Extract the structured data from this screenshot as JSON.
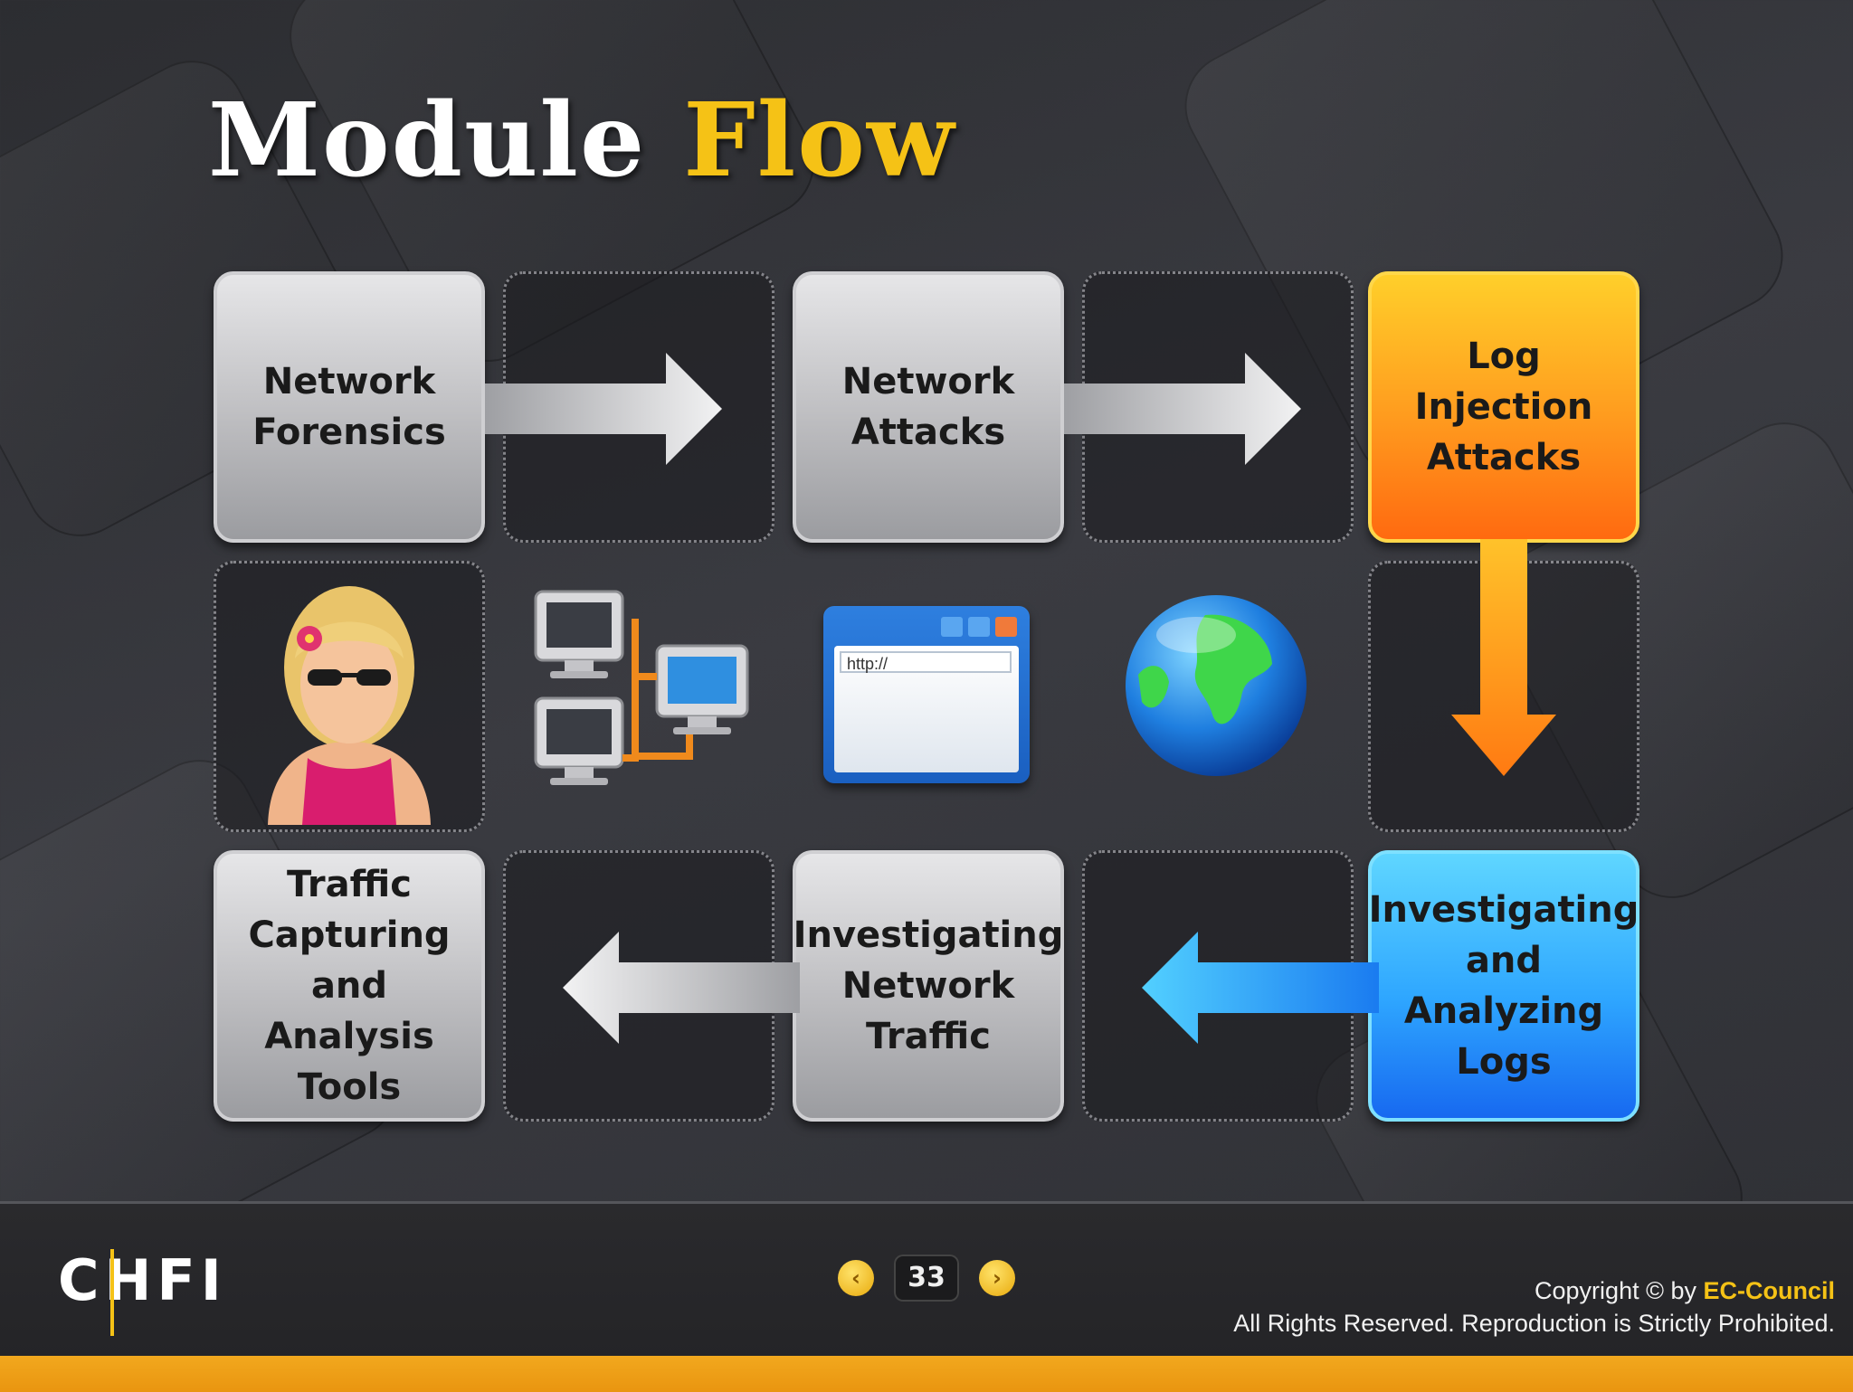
{
  "title": {
    "main": "Module",
    "accent": "Flow"
  },
  "flow": {
    "step1": "Network\nForensics",
    "step2": "Network\nAttacks",
    "step3": "Log\nInjection\nAttacks",
    "step4": "Investigating\nand\nAnalyzing\nLogs",
    "step5": "Investigating\nNetwork\nTraffic",
    "step6": "Traffic\nCapturing\nand Analysis\nTools"
  },
  "icons": {
    "browser_url": "http://",
    "items": [
      "woman-avatar-icon",
      "network-computers-icon",
      "browser-window-icon",
      "globe-icon"
    ]
  },
  "colors": {
    "title_accent": "#f5c216",
    "highlight_orange": "#ff8a1a",
    "highlight_blue": "#2ea6ff",
    "footer_stripe": "#f2a81e"
  },
  "footer": {
    "logo": "CHFI",
    "page_number": "33",
    "prev_symbol": "‹",
    "next_symbol": "›",
    "copyright_prefix": "Copyright © by ",
    "copyright_brand": "EC-Council",
    "rights": "All Rights Reserved. Reproduction is Strictly Prohibited."
  }
}
